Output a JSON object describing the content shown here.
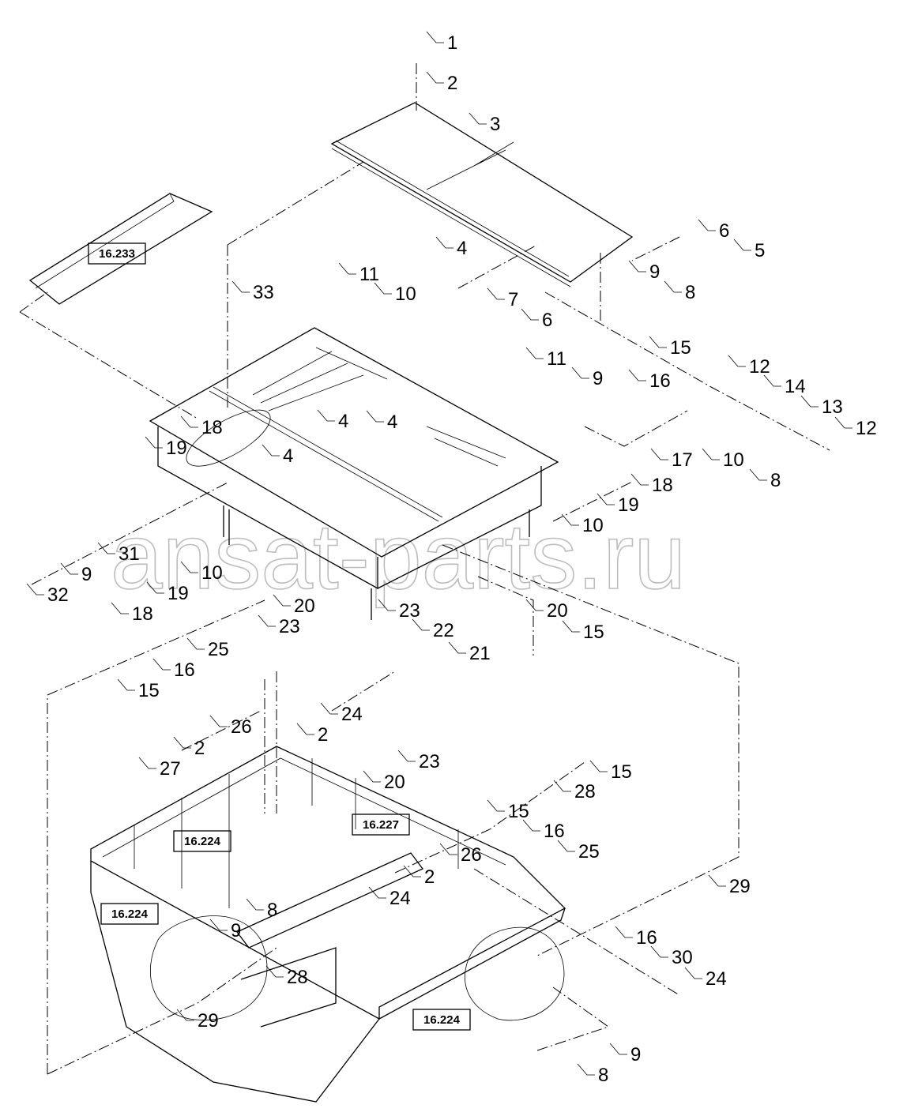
{
  "diagram": {
    "watermark": "ansat-parts.ru",
    "callouts": [
      "1",
      "2",
      "3",
      "4",
      "6",
      "5",
      "11",
      "10",
      "7",
      "6",
      "9",
      "8",
      "33",
      "11",
      "9",
      "15",
      "16",
      "12",
      "14",
      "13",
      "12",
      "17",
      "10",
      "8",
      "4",
      "4",
      "4",
      "18",
      "19",
      "18",
      "19",
      "10",
      "31",
      "9",
      "32",
      "10",
      "19",
      "18",
      "20",
      "23",
      "23",
      "22",
      "21",
      "20",
      "15",
      "25",
      "16",
      "15",
      "26",
      "2",
      "27",
      "24",
      "2",
      "23",
      "20",
      "15",
      "28",
      "15",
      "16",
      "25",
      "26",
      "2",
      "24",
      "8",
      "9",
      "29",
      "16",
      "30",
      "24",
      "28",
      "29",
      "9",
      "8"
    ],
    "references": [
      "16.233",
      "16.224",
      "16.227",
      "16.224",
      "16.224"
    ]
  }
}
